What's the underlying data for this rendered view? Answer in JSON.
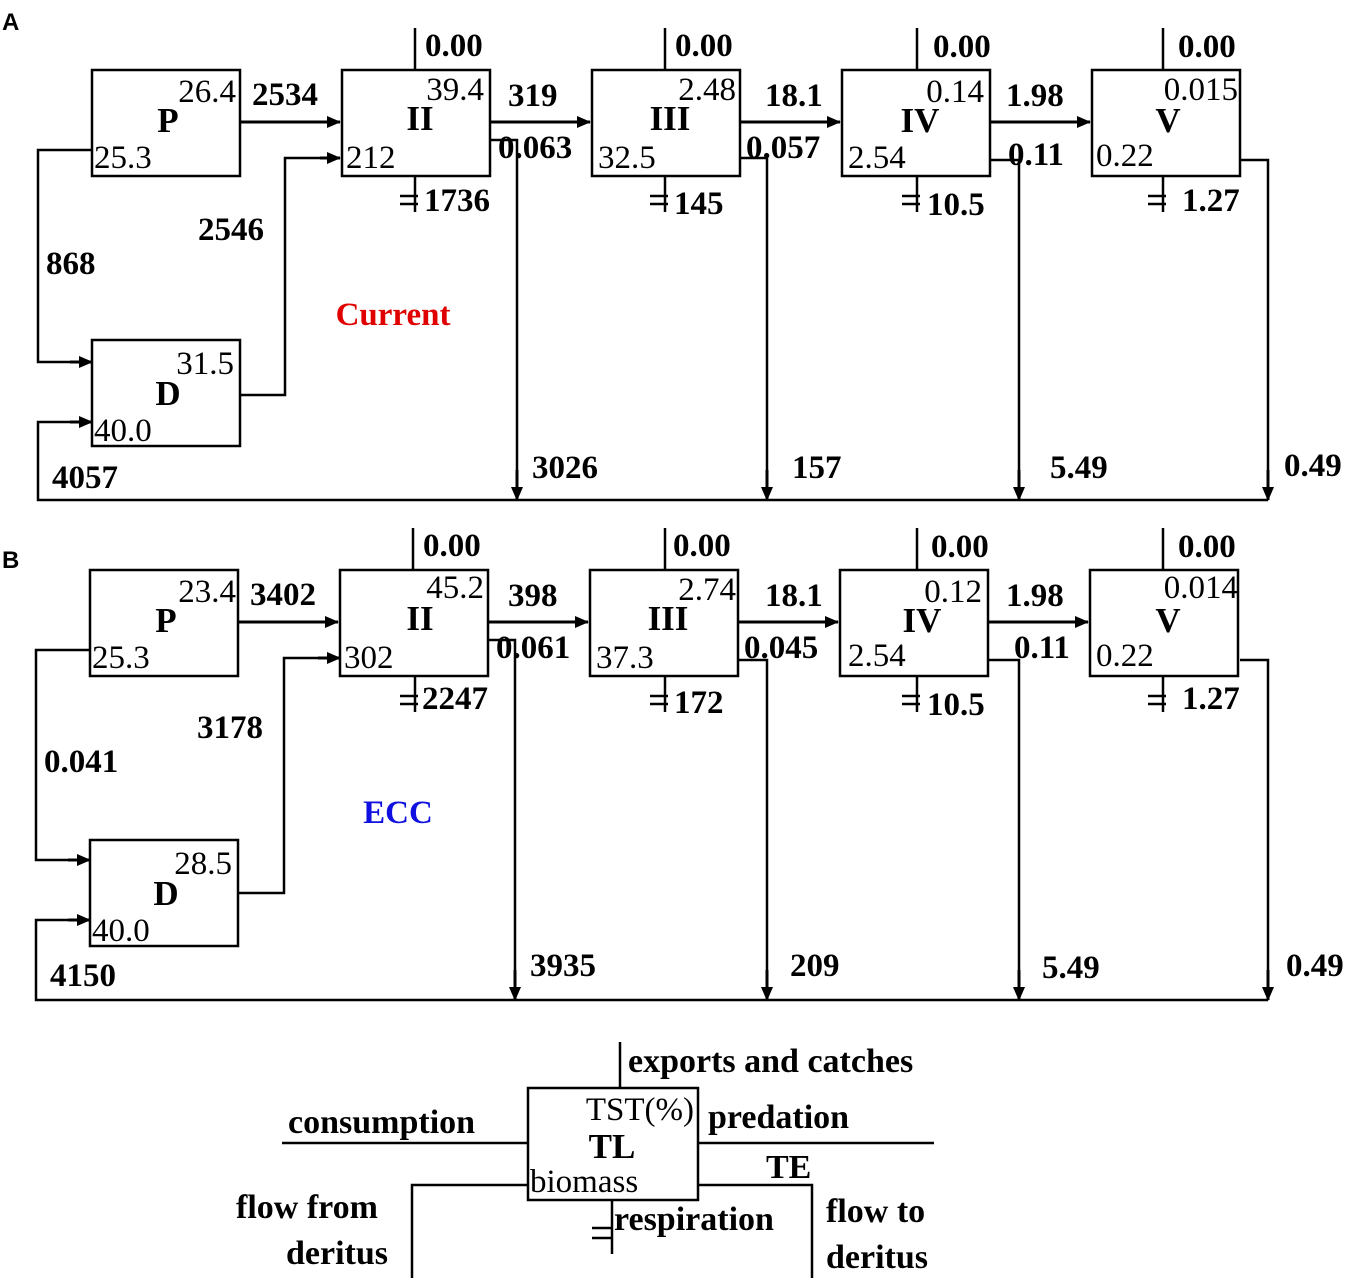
{
  "panel_a": {
    "letter": "A",
    "title": "Current",
    "title_color": "#e00000",
    "boxes": {
      "P": {
        "label": "P",
        "tst": "26.4",
        "tl": "25.3"
      },
      "D": {
        "label": "D",
        "tst": "31.5",
        "tl": "40.0"
      },
      "II": {
        "label": "II",
        "tst": "39.4",
        "tl": "212"
      },
      "III": {
        "label": "III",
        "tst": "2.48",
        "tl": "32.5"
      },
      "IV": {
        "label": "IV",
        "tst": "0.14",
        "tl": "2.54"
      },
      "V": {
        "label": "V",
        "tst": "0.015",
        "tl": "0.22"
      }
    },
    "flows": {
      "p_to_ii": "2534",
      "d_to_ii": "2546",
      "p_to_d": "868",
      "detritus_in": "4057",
      "ii_to_iii": "319",
      "iii_to_iv": "18.1",
      "iv_to_v": "1.98",
      "te_ii": "0.063",
      "te_iii": "0.057",
      "te_iv": "0.11",
      "exports": [
        "0.00",
        "0.00",
        "0.00",
        "0.00"
      ],
      "respiration": [
        "1736",
        "145",
        "10.5",
        "1.27"
      ],
      "to_detritus": [
        "3026",
        "157",
        "5.49",
        "0.49"
      ]
    }
  },
  "panel_b": {
    "letter": "B",
    "title": "ECC",
    "title_color": "#1010e0",
    "boxes": {
      "P": {
        "label": "P",
        "tst": "23.4",
        "tl": "25.3"
      },
      "D": {
        "label": "D",
        "tst": "28.5",
        "tl": "40.0"
      },
      "II": {
        "label": "II",
        "tst": "45.2",
        "tl": "302"
      },
      "III": {
        "label": "III",
        "tst": "2.74",
        "tl": "37.3"
      },
      "IV": {
        "label": "IV",
        "tst": "0.12",
        "tl": "2.54"
      },
      "V": {
        "label": "V",
        "tst": "0.014",
        "tl": "0.22"
      }
    },
    "flows": {
      "p_to_ii": "3402",
      "d_to_ii": "3178",
      "p_to_d": "0.041",
      "detritus_in": "4150",
      "ii_to_iii": "398",
      "iii_to_iv": "18.1",
      "iv_to_v": "1.98",
      "te_ii": "0.061",
      "te_iii": "0.045",
      "te_iv": "0.11",
      "exports": [
        "0.00",
        "0.00",
        "0.00",
        "0.00"
      ],
      "respiration": [
        "2247",
        "172",
        "10.5",
        "1.27"
      ],
      "to_detritus": [
        "3935",
        "209",
        "5.49",
        "0.49"
      ]
    }
  },
  "legend": {
    "tst": "TST(%)",
    "tl": "TL",
    "biomass": "biomass",
    "exports": "exports and catches",
    "consumption": "consumption",
    "predation": "predation",
    "te": "TE",
    "flow_from_1": "flow from",
    "flow_from_2": "deritus",
    "respiration": "respiration",
    "flow_to_1": "flow to",
    "flow_to_2": "deritus"
  }
}
